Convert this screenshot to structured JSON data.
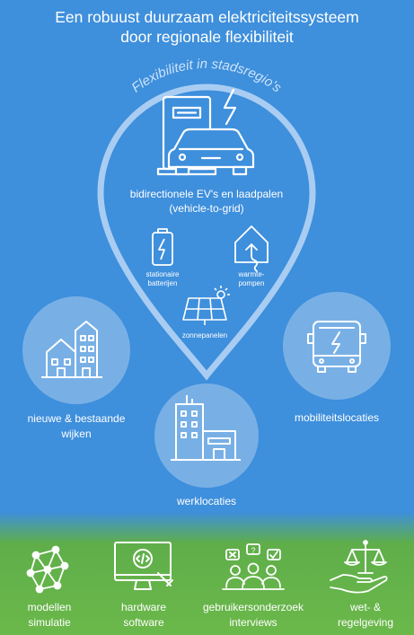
{
  "title": {
    "line1": "Een robuust duurzaam elektriciteitssysteem",
    "line2": "door regionale flexibiliteit"
  },
  "drop": {
    "arc_label": "Flexibiliteit in stadsregio's",
    "ev_line1": "bidirectionele EV's en laadpalen",
    "ev_line2": "(vehicle-to-grid)",
    "battery_line1": "stationaire",
    "battery_line2": "batterijen",
    "heatpump_line1": "warmte-",
    "heatpump_line2": "pompen",
    "solar": "zonnepanelen"
  },
  "circles": {
    "neighborhoods_line1": "nieuwe & bestaande",
    "neighborhoods_line2": "wijken",
    "mobility": "mobiliteitslocaties",
    "workplaces": "werklocaties"
  },
  "methods": [
    {
      "icon": "network-model-icon",
      "line1": "modellen",
      "line2": "simulatie"
    },
    {
      "icon": "monitor-code-icon",
      "line1": "hardware",
      "line2": "software"
    },
    {
      "icon": "user-group-icon",
      "line1": "gebruikersonderzoek",
      "line2": "interviews"
    },
    {
      "icon": "scales-hand-icon",
      "line1": "wet- &",
      "line2": "regelgeving"
    }
  ],
  "colors": {
    "background_blue": "#3e8fdc",
    "background_green": "#6bb84a",
    "circle_fill": "#78b0e6"
  }
}
